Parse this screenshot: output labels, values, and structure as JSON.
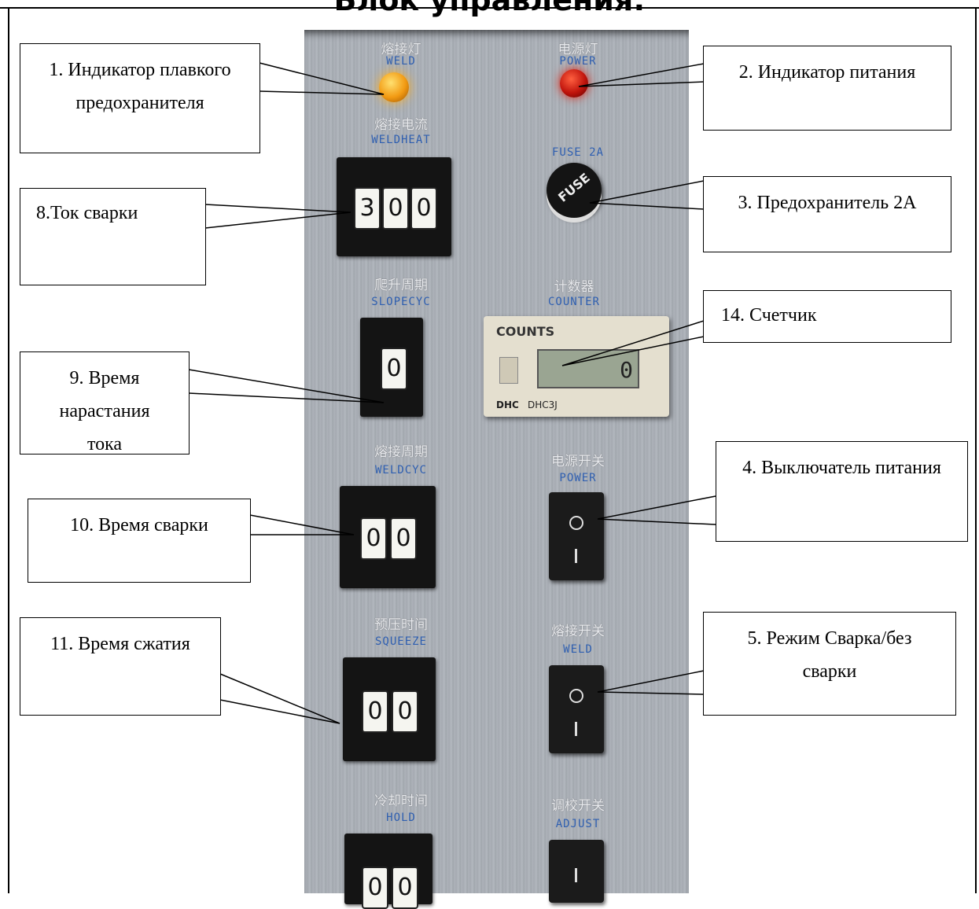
{
  "title": "Блок управления:",
  "panel": {
    "weld_lamp": {
      "cn": "熔接灯",
      "en": "WELD",
      "color": "#f29a12"
    },
    "power_lamp": {
      "cn": "电源灯",
      "en": "POWER",
      "color": "#c0140c"
    },
    "weld_heat": {
      "cn": "熔接电流",
      "en": "WELDHEAT",
      "digits": [
        "3",
        "0",
        "0"
      ]
    },
    "fuse": {
      "en": "FUSE 2A",
      "cap_text": "FUSE"
    },
    "slope": {
      "cn": "爬升周期",
      "en": "SLOPECYC",
      "digits": [
        "0"
      ]
    },
    "counter": {
      "cn": "计数器",
      "en": "COUNTER",
      "brand_text": "COUNTS",
      "display": "0",
      "maker": "DHC",
      "model": "DHC3J"
    },
    "weld_cyc": {
      "cn": "熔接周期",
      "en": "WELDCYC",
      "digits": [
        "0",
        "0"
      ]
    },
    "power_switch": {
      "cn": "电源开关",
      "en": "POWER"
    },
    "squeeze": {
      "cn": "预压时间",
      "en": "SQUEEZE",
      "digits": [
        "0",
        "0"
      ]
    },
    "weld_switch": {
      "cn": "熔接开关",
      "en": "WELD"
    },
    "hold": {
      "cn": "冷却时间",
      "en": "HOLD",
      "digits": [
        "0",
        "0"
      ]
    },
    "adjust_switch": {
      "cn": "调校开关",
      "en": "ADJUST"
    }
  },
  "callouts": {
    "c1": "1. Индикатор плавкого предохранителя",
    "c2": "2. Индикатор питания",
    "c3": "3. Предохранитель 2А",
    "c4": "4. Выключатель питания",
    "c5": "5. Режим Сварка/без сварки",
    "c8": "8.Ток сварки",
    "c9": "9. Время нарастания тока",
    "c10": "10. Время сварки",
    "c11": "11. Время сжатия",
    "c14": "14. Счетчик"
  }
}
